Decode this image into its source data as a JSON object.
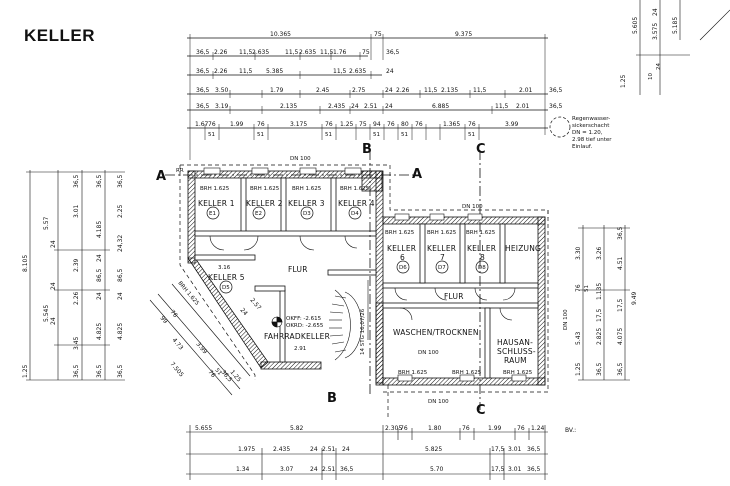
{
  "title": "KELLER",
  "sections": {
    "a": "A",
    "b": "B",
    "c": "C"
  },
  "rooms": {
    "k1": {
      "name": "KELLER 1",
      "id": "E1",
      "brh": "BRH 1.625"
    },
    "k2": {
      "name": "KELLER 2",
      "id": "E2",
      "brh": "BRH 1.625"
    },
    "k3": {
      "name": "KELLER 3",
      "id": "D3",
      "brh": "BRH 1.625"
    },
    "k4": {
      "name": "KELLER 4",
      "id": "D4",
      "brh": "BRH 1.625"
    },
    "k5": {
      "name": "KELLER 5",
      "id": "D5",
      "brh": "BRH 1.625"
    },
    "k6": {
      "name": "KELLER",
      "num": "6",
      "id": "D6",
      "brh": "BRH 1.625"
    },
    "k7": {
      "name": "KELLER",
      "num": "7",
      "id": "D7",
      "brh": "BRH 1.625"
    },
    "k8": {
      "name": "KELLER",
      "num": "8",
      "id": "D8",
      "brh": "BRH 1.625"
    },
    "heizung": "HEIZUNG",
    "flur1": "FLUR",
    "flur2": "FLUR",
    "fahrrad": "FAHRRADKELLER",
    "waschen": "WASCHEN/TROCKNEN",
    "hausan": [
      "HAUSAN-",
      "SCHLUSS-",
      "RAUM"
    ],
    "brh_wash1": "BRH 1.625",
    "brh_wash2": "BRH 1.625",
    "brh_haus": "BRH 1.625"
  },
  "labels": {
    "dn100_top": "DN 100",
    "dn100_mid": "DN 100",
    "dn100_bottom": "DN 100",
    "dn100_side": "DN 100",
    "dn100_wash": "DN 100",
    "okff": "OKFF: -2.615",
    "okrd": "OKRD: -2.655",
    "stg": "14 STG 16,07/26",
    "regen": [
      "Regenwasser-",
      "sickerschacht",
      "DN = 1.20,",
      "2.98 tief unter",
      "Einlauf."
    ],
    "rr": "RR",
    "bv": "BV.:",
    "dim_291": "2.91",
    "dim_316": "3.16"
  },
  "dims_top": {
    "r1": [
      "10.365",
      "75",
      "9.375"
    ],
    "r2": [
      "36,5",
      "2.26",
      "11,5",
      "2.635",
      "11,5",
      "2.635",
      "11,5",
      "1.76",
      "75",
      "36,5"
    ],
    "r3": [
      "36,5",
      "2.26",
      "11,5",
      "5.385",
      "11,5",
      "2.635",
      "24"
    ],
    "r4": [
      "36,5",
      "3.50",
      "1.79",
      "2.45",
      "2.75",
      "24",
      "2.26",
      "11,5",
      "2.135",
      "11,5",
      "2.01",
      "36,5"
    ],
    "r5": [
      "36,5",
      "3.19",
      "2.135",
      "2.435",
      "24",
      "2.51",
      "24",
      "6.885",
      "11,5",
      "2.01",
      "36,5"
    ],
    "r6": [
      "1.67",
      "76",
      "1.99",
      "76",
      "3.175",
      "76",
      "1.25",
      "75",
      "94",
      "76",
      "80",
      "76",
      "1.365",
      "76",
      "3.99"
    ],
    "r6b": [
      "51",
      "51",
      "51",
      "51",
      "51",
      "51"
    ]
  },
  "dims_left": {
    "c1": [
      "5.57",
      "8.105",
      "5.545",
      "1.25"
    ],
    "c2": [
      "36,5",
      "3.01",
      "24",
      "2.39",
      "24",
      "2.26",
      "24",
      "3.45",
      "36,5"
    ],
    "c3": [
      "36,5",
      "4.185",
      "24",
      "86,5",
      "24",
      "4.825",
      "36,5"
    ],
    "c4": [
      "36,5",
      "2.25",
      "24,32",
      "86,5",
      "24",
      "4.825",
      "36,5"
    ]
  },
  "dims_right": [
    "3.30",
    "3.26",
    "36,5",
    "4.51",
    "76",
    "51",
    "1.135",
    "5.43",
    "17,5",
    "9.49",
    "2.825",
    "4.075",
    "17,5",
    "1.25",
    "36,5",
    "36,5"
  ],
  "dims_diag": [
    "99",
    "76",
    "4.73",
    "3.99",
    "7.505",
    "76",
    "51",
    "36,5",
    "1.25",
    "2.57",
    "24",
    "1.25"
  ],
  "dims_bottom": {
    "r1": [
      "5.655",
      "5.82",
      "2.305",
      "76",
      "1.80",
      "76",
      "1.99",
      "76",
      "1.24"
    ],
    "r2": [
      "1.975",
      "2.435",
      "24",
      "2.51",
      "24",
      "5.825",
      "17,5",
      "3.01",
      "36,5"
    ],
    "r3": [
      "1.34",
      "3.07",
      "24",
      "2.51",
      "36,5",
      "5.70",
      "17,5",
      "3.01",
      "36,5"
    ]
  },
  "dims_topright": [
    "5.605",
    "3.575",
    "24",
    "5.185",
    "1.25",
    "10",
    "24"
  ]
}
